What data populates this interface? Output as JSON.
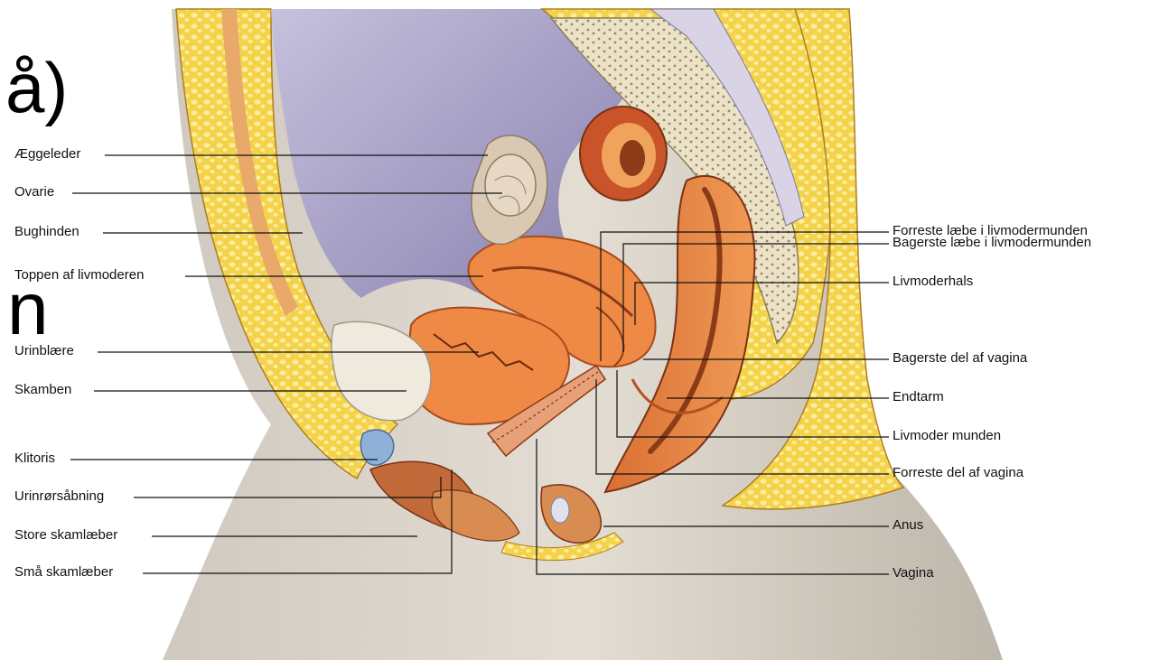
{
  "text_fragments": [
    "å)",
    "n"
  ],
  "labels_left": [
    "Æggeleder",
    "Ovarie",
    "Bughinden",
    "Toppen af livmoderen",
    "Urinblære",
    "Skamben",
    "Klitoris",
    "Urinrørsåbning",
    "Store skamlæber",
    "Små skamlæber"
  ],
  "labels_right": [
    "Forreste læbe i livmodermunden",
    "Bagerste læbe i livmodermunden",
    "Livmoderhals",
    "Bagerste del af vagina",
    "Endtarm",
    "Livmoder munden",
    "Forreste del af vagina",
    "Anus",
    "Vagina"
  ],
  "colors": {
    "fat_yellow": "#f4d24a",
    "fat_light": "#fbeea0",
    "muscle_orange": "#e9843f",
    "muscle_dark": "#c9542a",
    "cavity_lavender": "#a9a3c6",
    "skin": "#d8d2c8",
    "bone": "#efe6cf",
    "leader_line": "#111111"
  }
}
